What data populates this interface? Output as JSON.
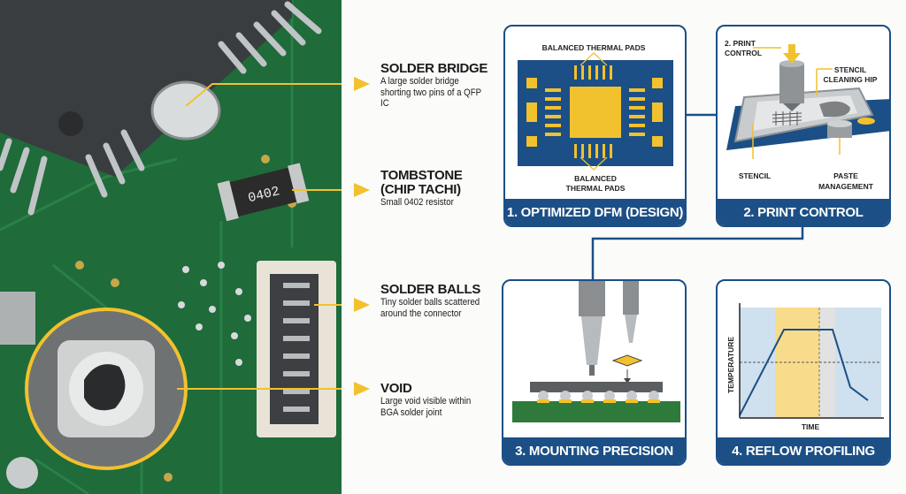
{
  "defects": [
    {
      "title": "SOLDER BRIDGE",
      "desc": "A large solder bridge shorting two pins of a QFP IC"
    },
    {
      "title": "TOMBSTONE (CHIP TACHI)",
      "desc": "Small 0402 resistor"
    },
    {
      "title": "SOLDER BALLS",
      "desc": "Tiny solder balls scattered around the connector"
    },
    {
      "title": "VOID",
      "desc": "Large void visible within BGA solder joint"
    }
  ],
  "photo": {
    "resistor_marking": "0402"
  },
  "steps": [
    {
      "title": "1. OPTIMIZED DFM (DESIGN)",
      "labels": [
        "BALANCED THERMAL PADS",
        "BALANCED",
        "THERMAL PADS"
      ]
    },
    {
      "title": "2. PRINT CONTROL",
      "labels": [
        "2. PRINT",
        "CONTROL",
        "STENCIL",
        "CLEANING HIP",
        "STENCIL",
        "PASTE",
        "MANAGEMENT"
      ]
    },
    {
      "title": "3. MOUNTING PRECISION"
    },
    {
      "title": "4. REFLOW PROFILING",
      "labels": [
        "TEMPERATURE",
        "TIME"
      ]
    }
  ],
  "colors": {
    "brand": "#1b4f85",
    "accent": "#f2c12e",
    "pcb": "#1f6b3a"
  }
}
